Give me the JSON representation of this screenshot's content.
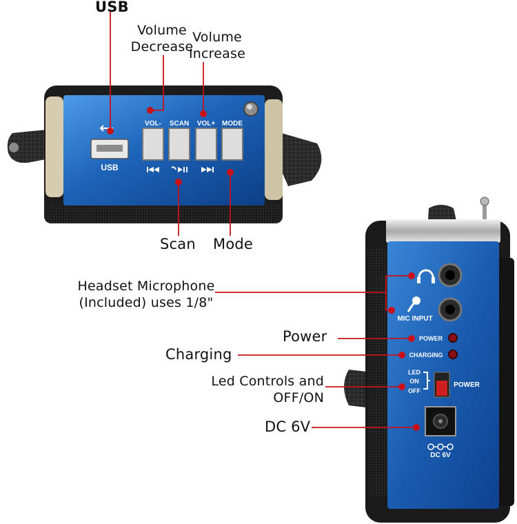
{
  "callouts": {
    "usb": "USB",
    "volume_decrease_line1": "Volume",
    "volume_decrease_line2": "Decrease",
    "volume_increase_line1": "Volume",
    "volume_increase_line2": "Increase",
    "scan": "Scan",
    "mode": "Mode",
    "headset_line1": "Headset Microphone",
    "headset_line2": "(Included) uses 1/8\"",
    "power": "Power",
    "charging": "Charging",
    "led_line1": "Led Controls and",
    "led_line2": "OFF/ON",
    "dc": "DC 6V"
  },
  "top_panel": {
    "usb_label": "USB",
    "buttons": [
      "VOL-",
      "SCAN",
      "VOL+",
      "MODE"
    ],
    "transport_icons": [
      "previous-track-icon",
      "return-play-pause-icon",
      "next-track-icon"
    ]
  },
  "side_panel": {
    "mic_input": "MIC INPUT",
    "power_label": "POWER",
    "charging_label": "CHARGING",
    "led_label": "LED",
    "on_label": "ON",
    "off_label": "OFF",
    "switch_power": "POWER",
    "dc_label": "DC 6V"
  },
  "colors": {
    "panel_blue": "#1d63b8",
    "panel_light": "#4d9be8",
    "leader_red": "#c8121a",
    "body_black": "#1a1a1a",
    "strap": "#2a2a2a"
  }
}
